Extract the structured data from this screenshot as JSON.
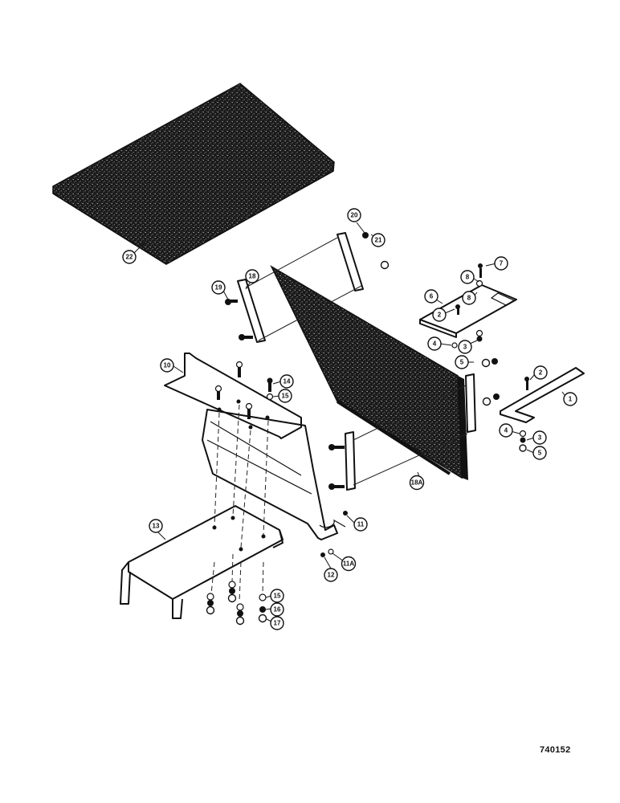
{
  "drawing_number": "740152",
  "callouts": {
    "c1": "1",
    "c2a": "2",
    "c2b": "2",
    "c3a": "3",
    "c3b": "3",
    "c4a": "4",
    "c4b": "4",
    "c5a": "5",
    "c5b": "5",
    "c6": "6",
    "c7": "7",
    "c8a": "8",
    "c8b": "8",
    "c10": "10",
    "c11": "11",
    "c11a": "11A",
    "c12": "12",
    "c13": "13",
    "c14": "14",
    "c15a": "15",
    "c15b": "15",
    "c16": "16",
    "c17": "17",
    "c18": "18",
    "c19": "19",
    "c20": "20",
    "c21": "21",
    "c22": "22",
    "c18a": "18A"
  }
}
